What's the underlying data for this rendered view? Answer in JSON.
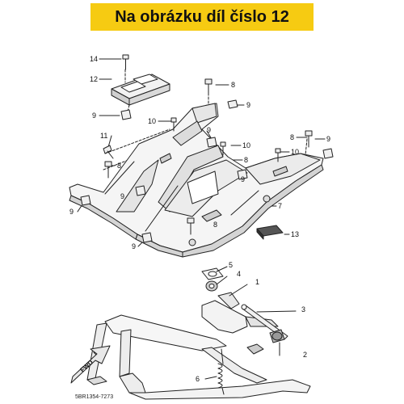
{
  "header": {
    "title": "Na obrázku díl číslo 12"
  },
  "diagram": {
    "code": "5BR1354-7273",
    "fwd_label": "FWD",
    "callouts": {
      "c14": "14",
      "c12": "12",
      "c9a": "9",
      "c9b": "9",
      "c9c": "9",
      "c9d": "9",
      "c9e": "9",
      "c9f": "9",
      "c8a": "8",
      "c8b": "8",
      "c8c": "8",
      "c8d": "8",
      "c10a": "10",
      "c10b": "10",
      "c10c": "10",
      "c11": "11",
      "c7": "7",
      "c13": "13",
      "c5": "5",
      "c4": "4",
      "c1": "1",
      "c3": "3",
      "c2": "2",
      "c6": "6"
    }
  }
}
